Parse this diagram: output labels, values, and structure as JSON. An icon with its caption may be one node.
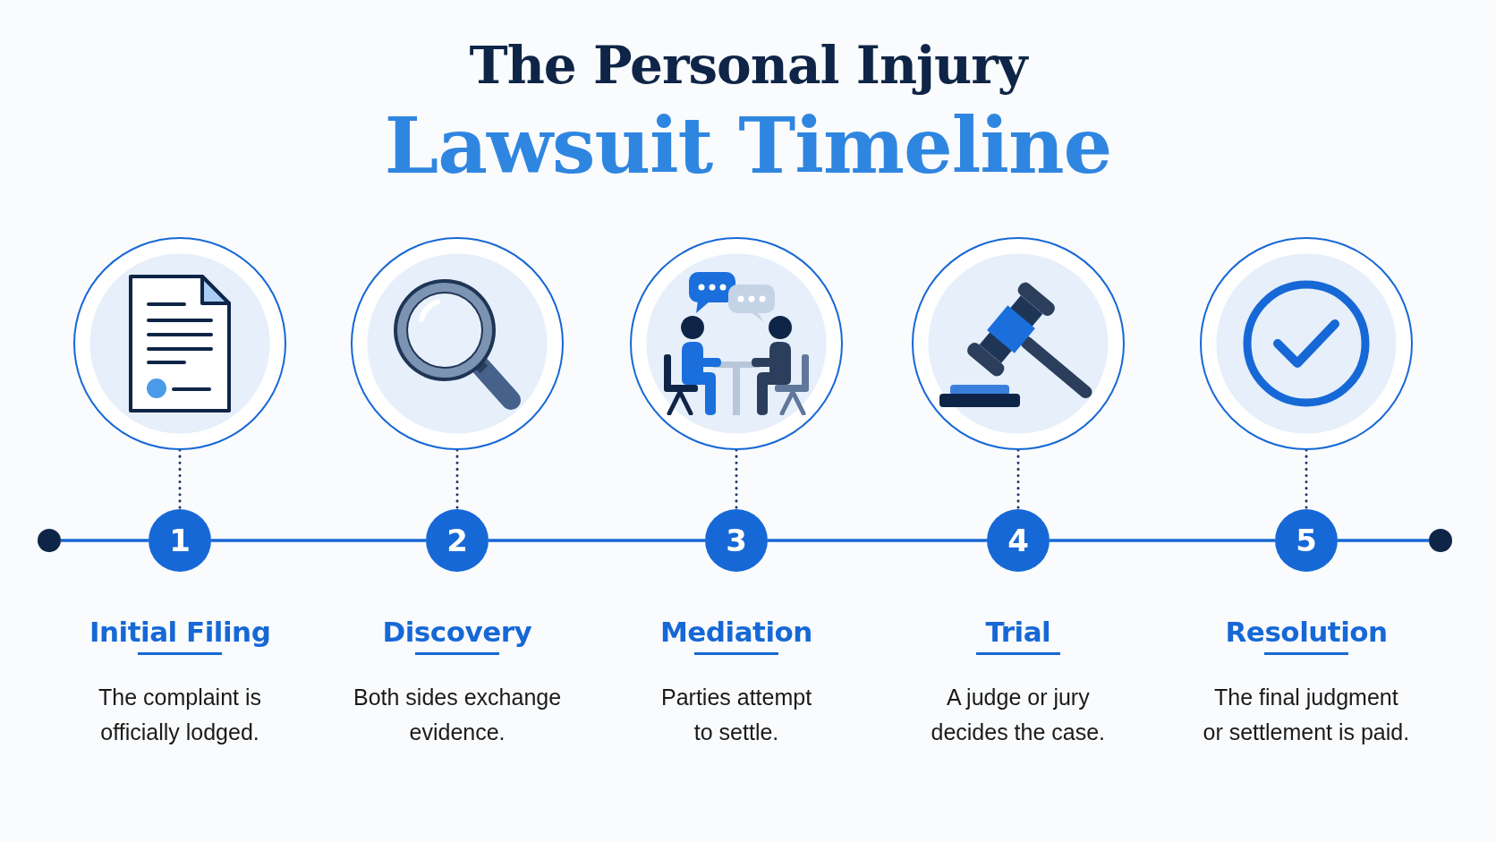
{
  "diagram": {
    "title": "The Personal Injury Lawsuit Timeline",
    "nodes": [
      {
        "text": [],
        "shape": "picture"
      },
      {
        "text": [],
        "shape": "picture"
      },
      {
        "text": [],
        "shape": "picture"
      },
      {
        "text": [],
        "shape": "picture"
      },
      {
        "text": [],
        "shape": "picture"
      },
      {
        "text": [],
        "shape": "circle"
      },
      {
        "text": [
          "1"
        ],
        "beside": [
          "Initial Filing",
          "The complaint is officially lodged."
        ]
      },
      {
        "text": [
          "2"
        ],
        "beside": [
          "Discovery",
          "Both sides exchange evidence."
        ]
      },
      {
        "text": [
          "3"
        ],
        "beside": [
          "Mediation",
          "Parties attempt to settle."
        ]
      },
      {
        "text": [
          "4"
        ],
        "beside": [
          "Trial",
          "A judge or jury decides the case."
        ]
      },
      {
        "text": [
          "5"
        ],
        "beside": [
          "Resolution",
          "The final judgment or settlement is paid."
        ]
      },
      {
        "text": [],
        "shape": "circle"
      }
    ],
    "edges": [
      {
        "from": 5,
        "to": 6,
        "arrow": "none"
      },
      {
        "from": 6,
        "to": 7,
        "arrow": "none"
      },
      {
        "from": 7,
        "to": 8,
        "arrow": "none"
      },
      {
        "from": 8,
        "to": 9,
        "arrow": "none"
      },
      {
        "from": 9,
        "to": 10,
        "arrow": "none"
      },
      {
        "from": 10,
        "to": 11,
        "arrow": "none"
      },
      {
        "from": 0,
        "to": 6,
        "arrow": "none",
        "style": "dashed",
        "color": "#1b3563"
      },
      {
        "from": 1,
        "to": 7,
        "arrow": "none",
        "style": "dashed",
        "color": "#1b3563"
      },
      {
        "from": 2,
        "to": 8,
        "arrow": "none",
        "style": "dashed",
        "color": "#1b3563"
      },
      {
        "from": 3,
        "to": 9,
        "arrow": "none",
        "style": "dashed",
        "color": "#1b3563"
      },
      {
        "from": 4,
        "to": 10,
        "arrow": "none",
        "style": "dashed",
        "color": "#1b3563"
      }
    ]
  }
}
